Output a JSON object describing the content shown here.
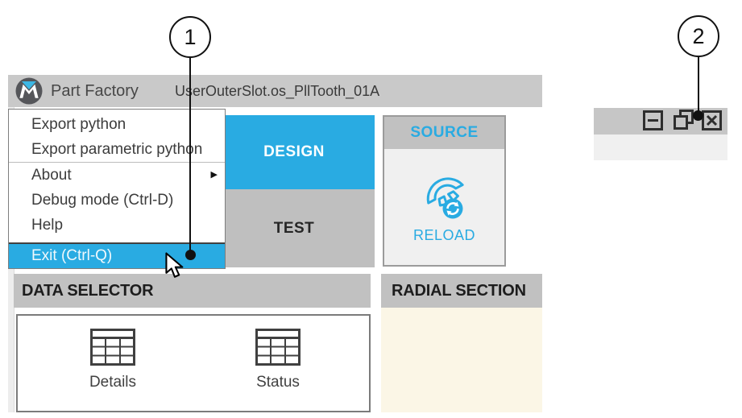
{
  "colors": {
    "accent": "#29abe2",
    "titlebar_gray": "#c9c9c9",
    "header_gray": "#c1c1c1",
    "tab_gray": "#bfbfbf",
    "panel_light": "#f0f0f0",
    "radial_cream": "#fbf6e6"
  },
  "callout_1": {
    "number": "1"
  },
  "callout_2": {
    "number": "2"
  },
  "app": {
    "name": "Part Factory",
    "document_title": "UserOuterSlot.os_PllTooth_01A",
    "menu": {
      "submenu_arrow_glyph": "▶",
      "items": [
        {
          "label": "Export python"
        },
        {
          "label": "Export parametric python"
        },
        {
          "label": "About",
          "has_submenu": true
        },
        {
          "label": "Debug mode (Ctrl-D)"
        },
        {
          "label": "Help"
        },
        {
          "label": "Exit (Ctrl-Q)",
          "highlighted": true
        }
      ]
    },
    "tabs": {
      "design": "DESIGN",
      "test": "TEST"
    },
    "source_panel": {
      "title": "SOURCE",
      "reload_label": "RELOAD"
    },
    "data_selector": {
      "title": "DATA SELECTOR",
      "items": [
        {
          "label": "Details"
        },
        {
          "label": "Status"
        }
      ]
    },
    "radial_section": {
      "title": "RADIAL SECTION"
    }
  },
  "icons": {
    "logo": "part-factory-logo",
    "reload": "slot-tooth-reload-icon",
    "details": "table-icon",
    "status": "table-icon",
    "minimize": "minimize-icon",
    "restore": "restore-icon",
    "close": "close-icon",
    "cursor": "arrow-cursor"
  }
}
